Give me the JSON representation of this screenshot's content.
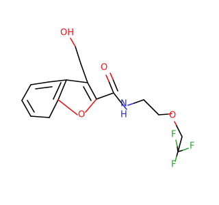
{
  "molecule": {
    "labels": {
      "hydroxyl": "OH",
      "ring_oxygen": "O",
      "carbonyl_oxygen": "O",
      "amide_nh": "N",
      "amide_h": "H",
      "ether_oxygen": "O",
      "fluorine_top": "F",
      "fluorine_right": "F",
      "fluorine_bottom": "F"
    },
    "colors": {
      "carbon_bond": "#000000",
      "oxygen": "#e8191b",
      "nitrogen": "#2a2ad6",
      "fluorine": "#2fa82f"
    }
  }
}
